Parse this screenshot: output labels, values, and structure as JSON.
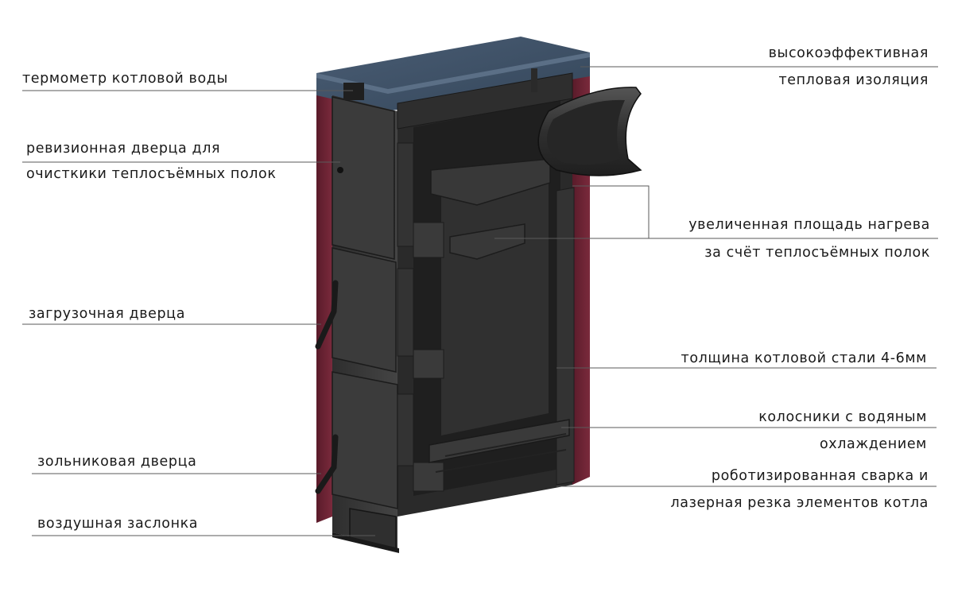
{
  "colors": {
    "insulation_top": "#3f5268",
    "jacket": "#6b2233",
    "steel": "#3a3a3a",
    "steel_dark": "#262626",
    "leader_line": "#5a5a5a",
    "text": "#1a1a1a"
  },
  "callouts_left": [
    {
      "id": "thermometer",
      "lines": [
        "термометр котловой воды"
      ]
    },
    {
      "id": "inspection-door",
      "lines": [
        "ревизионная дверца для",
        "очисткики теплосъёмных полок"
      ]
    },
    {
      "id": "loading-door",
      "lines": [
        "загрузочная дверца"
      ]
    },
    {
      "id": "ash-door",
      "lines": [
        "зольниковая дверца"
      ]
    },
    {
      "id": "air-damper",
      "lines": [
        "воздушная заслонка"
      ]
    }
  ],
  "callouts_right": [
    {
      "id": "insulation",
      "lines": [
        "высокоэффективная",
        "тепловая изоляция"
      ]
    },
    {
      "id": "heating-area",
      "lines": [
        "увеличенная площадь нагрева",
        "за счёт теплосъёмных полок"
      ]
    },
    {
      "id": "steel-thickness",
      "lines": [
        "толщина котловой стали 4-6мм"
      ]
    },
    {
      "id": "grates",
      "lines": [
        "колосники с водяным",
        "охлаждением"
      ]
    },
    {
      "id": "welding",
      "lines": [
        "роботизированная сварка и",
        "лазерная резка элементов котла"
      ]
    }
  ]
}
